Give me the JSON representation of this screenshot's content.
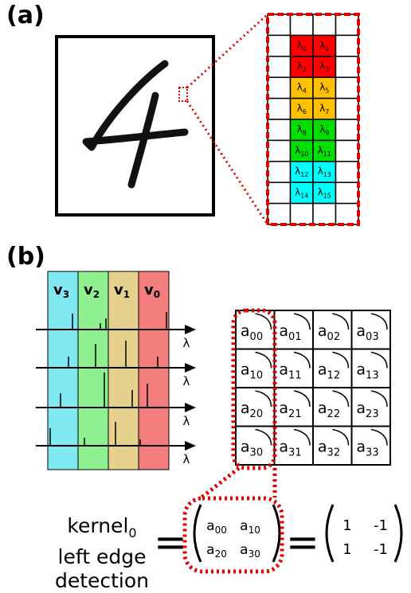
{
  "panel_a": {
    "label": "(a)",
    "grid_labels": [
      [
        "",
        "",
        "",
        ""
      ],
      [
        "",
        "λ0",
        "λ1",
        ""
      ],
      [
        "",
        "λ2",
        "λ3",
        ""
      ],
      [
        "",
        "λ4",
        "λ5",
        ""
      ],
      [
        "",
        "λ6",
        "λ7",
        ""
      ],
      [
        "",
        "λ8",
        "λ9",
        ""
      ],
      [
        "",
        "λ10",
        "λ11",
        ""
      ],
      [
        "",
        "λ12",
        "λ13",
        ""
      ],
      [
        "",
        "λ14",
        "λ15",
        ""
      ],
      [
        "",
        "",
        "",
        ""
      ]
    ],
    "grid_colors": {
      "λ0": "#ff0000",
      "λ1": "#ff0000",
      "λ2": "#ff0000",
      "λ3": "#ff0000",
      "λ4": "#ffc000",
      "λ5": "#ffc000",
      "λ6": "#ffc000",
      "λ7": "#ffc000",
      "λ8": "#00e000",
      "λ9": "#00e000",
      "λ10": "#00e000",
      "λ11": "#00e000",
      "λ12": "#00ffff",
      "λ13": "#00ffff",
      "λ14": "#00ffff",
      "λ15": "#00ffff"
    },
    "highlight_color": "#e00000"
  },
  "panel_b": {
    "label": "(b)",
    "vectors": [
      {
        "label": "v3",
        "color": "#7fe8f0"
      },
      {
        "label": "v2",
        "color": "#8ef08e"
      },
      {
        "label": "v1",
        "color": "#e6d08e"
      },
      {
        "label": "v0",
        "color": "#f47e7e"
      }
    ],
    "axis_label": "λ",
    "matrix": [
      [
        "a00",
        "a01",
        "a02",
        "a03"
      ],
      [
        "a10",
        "a11",
        "a12",
        "a13"
      ],
      [
        "a20",
        "a21",
        "a22",
        "a23"
      ],
      [
        "a30",
        "a31",
        "a32",
        "a33"
      ]
    ],
    "equation": {
      "lhs_lines": [
        "kernel0",
        "left edge",
        "detection"
      ],
      "kernel": [
        [
          "a00",
          "a10"
        ],
        [
          "a20",
          "a30"
        ]
      ],
      "result": [
        [
          "1",
          "-1"
        ],
        [
          "1",
          "-1"
        ]
      ]
    }
  }
}
